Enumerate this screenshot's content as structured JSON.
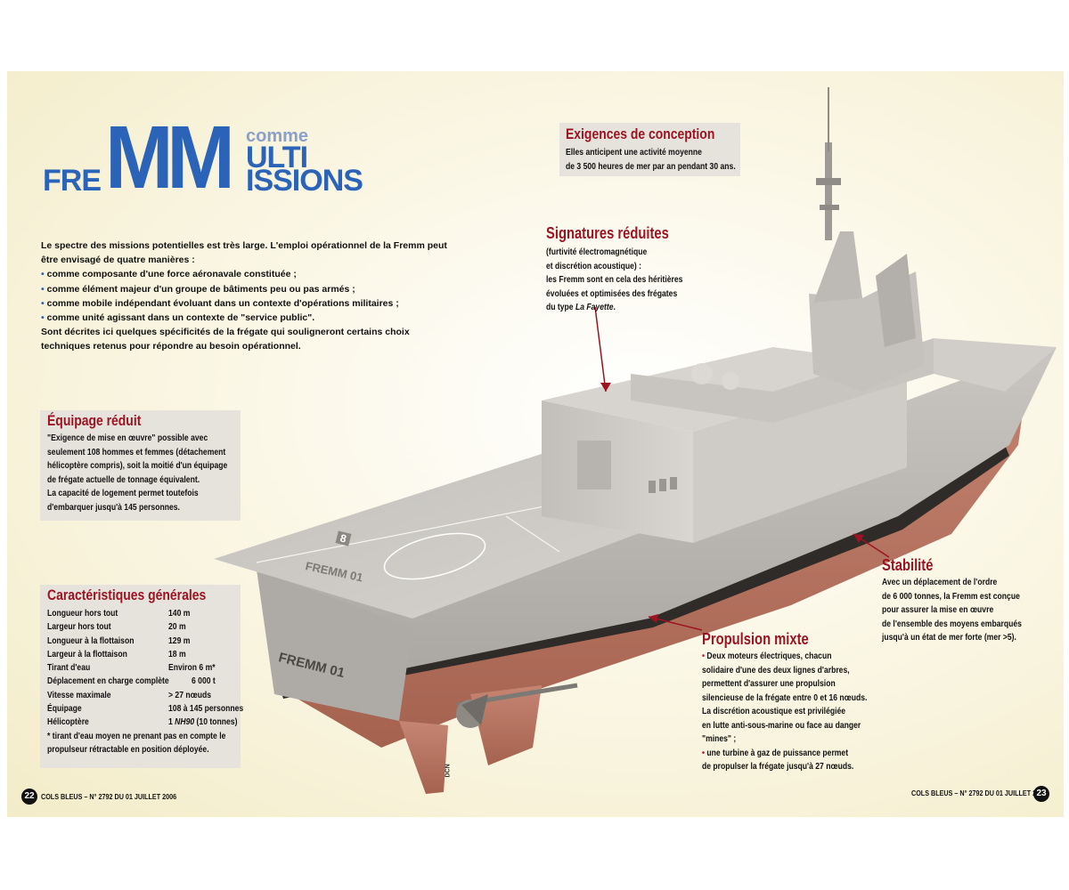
{
  "title": {
    "fre": "FRE",
    "mm": "MM",
    "comme": "comme",
    "ulti": "ULTI",
    "issions": "ISSIONS"
  },
  "intro": {
    "para1": "Le spectre des missions potentielles est très large. L'emploi opérationnel de la Fremm peut être envisagé de quatre manières :",
    "bullets": [
      "comme composante d'une force aéronavale constituée ;",
      "comme élément majeur d'un groupe de bâtiments peu ou pas armés ;",
      "comme mobile indépendant évoluant dans un contexte d'opérations militaires ;",
      "comme unité agissant dans un contexte de \"service public\"."
    ],
    "para2": "Sont décrites ici quelques spécificités de la frégate qui souligneront certains choix techniques retenus pour répondre au besoin opérationnel."
  },
  "equipage": {
    "title": "Équipage réduit",
    "lines": [
      "\"Exigence de mise en œuvre\" possible avec",
      "seulement 108 hommes et femmes (détachement",
      "hélicoptère compris), soit la moitié d'un équipage",
      "de frégate actuelle de tonnage équivalent.",
      "La capacité de logement permet toutefois",
      "d'embarquer jusqu'à 145 personnes."
    ]
  },
  "caracteristiques": {
    "title": "Caractéristiques générales",
    "rows": [
      {
        "k": "Longueur hors tout",
        "v": "140 m"
      },
      {
        "k": "Largeur hors tout",
        "v": "20 m"
      },
      {
        "k": "Longueur à la flottaison",
        "v": "129 m"
      },
      {
        "k": "Largeur à la flottaison",
        "v": "18 m"
      },
      {
        "k": "Tirant d'eau",
        "v": "Environ 6 m*"
      },
      {
        "k": "Déplacement en charge complète",
        "v": "6 000 t"
      },
      {
        "k": "Vitesse maximale",
        "v": "> 27 nœuds"
      },
      {
        "k": "Équipage",
        "v": "108 à 145 personnes"
      },
      {
        "k": "Hélicoptère",
        "v_pre": "1 ",
        "v_em": "NH90",
        "v_post": " (10 tonnes)"
      }
    ],
    "note1": "* tirant d'eau moyen ne prenant pas en compte le",
    "note2": "propulseur rétractable en position déployée."
  },
  "exigences": {
    "title": "Exigences de conception",
    "lines": [
      "Elles anticipent une activité moyenne",
      "de 3 500 heures de mer par an pendant 30 ans."
    ]
  },
  "signatures": {
    "title": "Signatures réduites",
    "lines": [
      "(furtivité électromagnétique",
      "et discrétion acoustique) :",
      "les Fremm sont en cela des héritières",
      "évoluées et optimisées des frégates"
    ],
    "last_pre": "du type ",
    "last_em": "La Fayette",
    "last_post": "."
  },
  "stabilite": {
    "title": "Stabilité",
    "lines": [
      "Avec un déplacement de l'ordre",
      "de 6 000 tonnes, la Fremm est conçue",
      "pour assurer la mise en œuvre",
      "de l'ensemble des moyens embarqués",
      "jusqu'à un état de mer forte (mer >5)."
    ]
  },
  "propulsion": {
    "title": "Propulsion mixte",
    "lines": [
      "Deux moteurs électriques, chacun",
      "solidaire d'une des deux lignes d'arbres,",
      "permettent d'assurer une propulsion",
      "silencieuse de la frégate entre 0 et 16 nœuds.",
      "La discrétion acoustique est privilégiée",
      "en lutte anti-sous-marine ou face au danger",
      "\"mines\" ;",
      "une turbine à gaz de puissance permet",
      "de propulser la frégate jusqu'à 27 nœuds."
    ]
  },
  "ship": {
    "hull_marking": "FREMM 01",
    "deck_marking": "FREMM 01",
    "deck_number": "8"
  },
  "credit": "DCN",
  "footer": {
    "left_page": "22",
    "left_text": "COLS BLEUS – N° 2792 DU 01 JUILLET 2006",
    "right_page": "23",
    "right_text": "COLS BLEUS – N° 2792 DU 01 JUILLET 2006"
  },
  "colors": {
    "title_blue": "#2a63b8",
    "heading_red": "#9c1422",
    "box_grey": "#e6e2dc",
    "hull_grey": "#bdbab5",
    "underwater_red": "#b97462"
  }
}
